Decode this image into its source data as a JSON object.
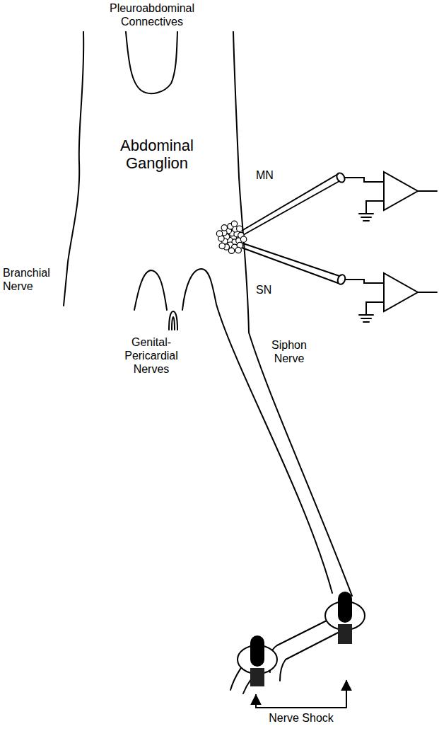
{
  "diagram": {
    "nodes": [
      {
        "text": [
          "Abdominal Ganglion"
        ]
      }
    ],
    "labels": [
      "Pleuroabdominal Connectives",
      "MN",
      "SN",
      "Branchial Nerve",
      "Genital-Pericardial Nerves",
      "Siphon Nerve",
      "Nerve Shock"
    ]
  }
}
